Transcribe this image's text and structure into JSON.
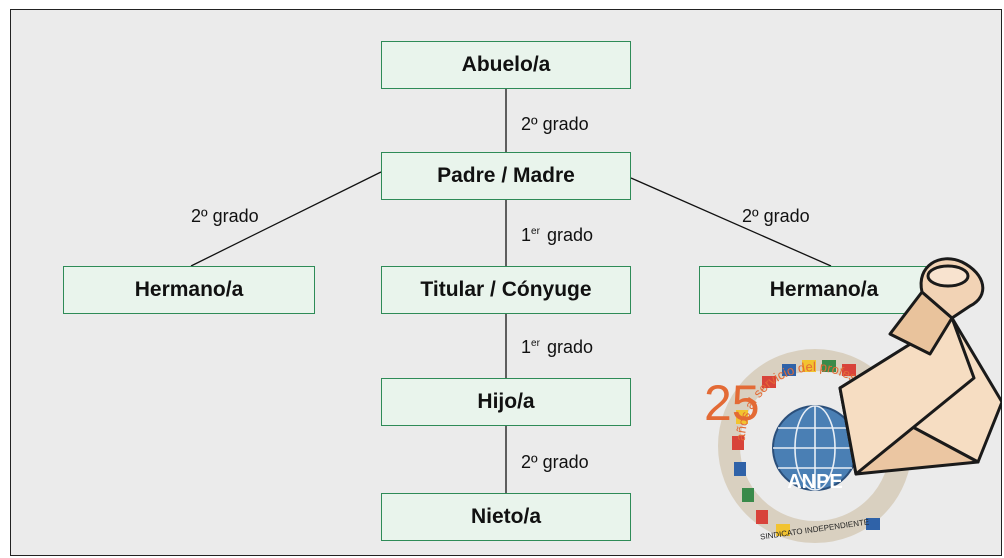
{
  "diagram": {
    "nodes": {
      "abuelo": "Abuelo/a",
      "padre": "Padre / Madre",
      "hermano_left": "Hermano/a",
      "titular": "Titular / Cónyuge",
      "hermano_right": "Hermano/a",
      "hijo": "Hijo/a",
      "nieto": "Nieto/a"
    },
    "edges": {
      "abuelo_padre": "2º grado",
      "padre_hermano_left": "2º grado",
      "padre_hermano_right": "2º grado",
      "padre_titular": {
        "num": "1",
        "sup": "er",
        "text": "grado"
      },
      "titular_hijo": {
        "num": "1",
        "sup": "er",
        "text": "grado"
      },
      "hijo_nieto": "2º grado"
    }
  },
  "logo": {
    "number": "25",
    "arc_text": "años al servicio del profesorado",
    "brand": "ANPE",
    "tagline": "SINDICATO INDEPENDIENTE",
    "colors": {
      "orange": "#e36a35",
      "globe": "#4a7fb4",
      "stamp_wood": "#f2d3b5"
    }
  }
}
